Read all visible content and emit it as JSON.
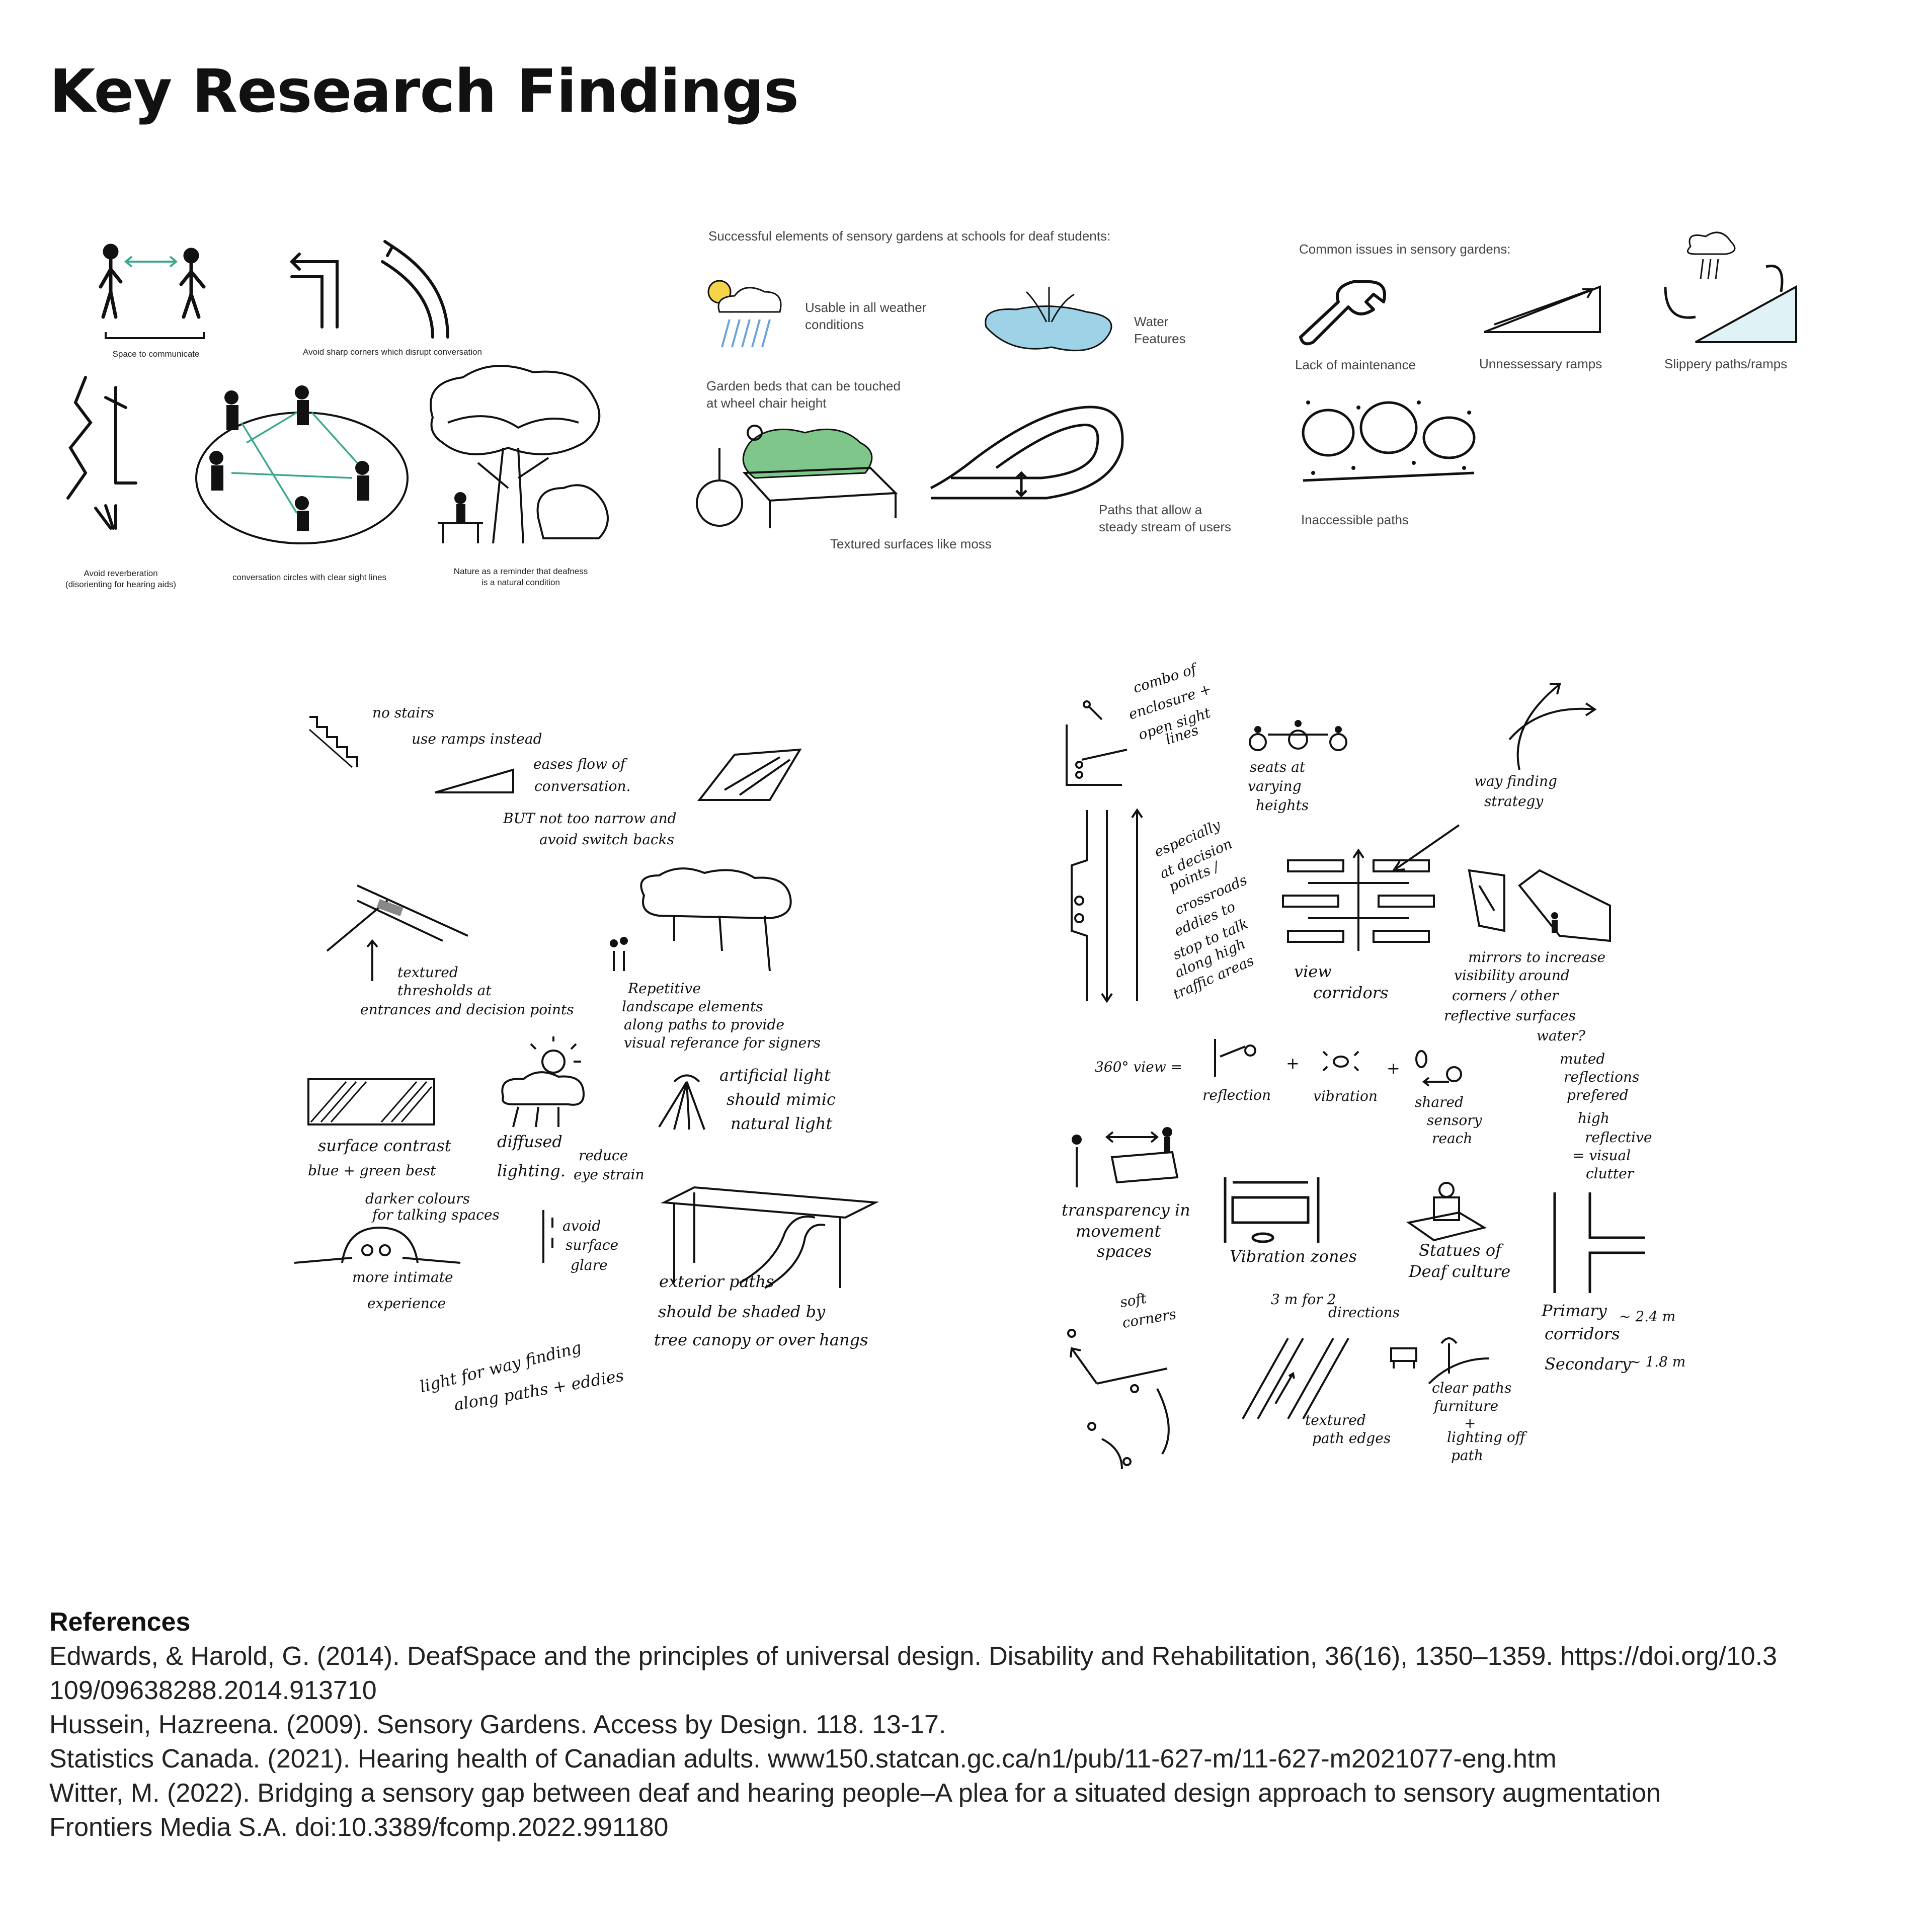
{
  "title": "Key Research Findings",
  "panel_top_left": {
    "space_to_communicate": "Space to communicate",
    "avoid_sharp_corners": "Avoid sharp corners which disrupt conversation",
    "avoid_reverberation_1": "Avoid reverberation",
    "avoid_reverberation_2": "(disorienting for hearing aids)",
    "conversation_circles": "conversation circles with clear sight lines",
    "nature_1": "Nature as a reminder that deafness",
    "nature_2": "is a natural condition"
  },
  "panel_gardens": {
    "heading": "Successful elements of sensory gardens at schools for deaf students:",
    "weather_1": "Usable in all weather",
    "weather_2": "conditions",
    "water_1": "Water",
    "water_2": "Features",
    "beds_1": "Garden beds that can be touched",
    "beds_2": "at wheel chair height",
    "moss": "Textured surfaces like moss",
    "paths_1": "Paths that allow a",
    "paths_2": "steady stream of users"
  },
  "panel_issues": {
    "heading": "Common issues in sensory gardens:",
    "maintenance": "Lack of maintenance",
    "ramps": "Unnessessary ramps",
    "slippery": "Slippery paths/ramps",
    "inaccessible": "Inaccessible paths"
  },
  "sketch_left": {
    "no_stairs": "no stairs",
    "use_ramps": "use ramps instead",
    "eases_1": "eases flow of",
    "eases_2": "conversation.",
    "but_1": "BUT not too narrow and",
    "but_2": "avoid switch backs",
    "textured_1": "textured",
    "textured_2": "thresholds at",
    "textured_3": "entrances and decision points",
    "repetitive_1": "Repetitive",
    "repetitive_2": "landscape elements",
    "repetitive_3": "along paths to provide",
    "repetitive_4": "visual referance for signers",
    "surface_1": "surface contrast",
    "surface_2": "blue + green best",
    "darker_1": "darker colours",
    "darker_2": "for talking spaces",
    "intimate_1": "more intimate",
    "intimate_2": "experience",
    "diffused_1": "diffused",
    "diffused_2": "lighting.",
    "reduce_1": "reduce",
    "reduce_2": "eye strain",
    "artificial_1": "artificial light",
    "artificial_2": "should mimic",
    "artificial_3": "natural light",
    "glare_1": "avoid",
    "glare_2": "surface",
    "glare_3": "glare",
    "exterior_1": "exterior paths",
    "exterior_2": "should be shaded by",
    "exterior_3": "tree canopy or over hangs",
    "light_1": "light for way finding",
    "light_2": "along paths + eddies"
  },
  "sketch_right": {
    "combo_1": "combo of",
    "combo_2": "enclosure +",
    "combo_3": "open sight",
    "combo_4": "lines",
    "seats_1": "seats at",
    "seats_2": "varying",
    "seats_3": "heights",
    "wayfinding_1": "way finding",
    "wayfinding_2": "strategy",
    "especially_1": "especially",
    "especially_2": "at decision",
    "especially_3": "points /",
    "especially_4": "crossroads",
    "eddies_1": "eddies to",
    "eddies_2": "stop to talk",
    "eddies_3": "along high",
    "eddies_4": "traffic areas",
    "view_1": "view",
    "view_2": "corridors",
    "mirrors_1": "mirrors to increase",
    "mirrors_2": "visibility around",
    "mirrors_3": "corners / other",
    "mirrors_4": "reflective surfaces",
    "mirrors_5": "water?",
    "muted_1": "muted",
    "muted_2": "reflections",
    "muted_3": "prefered",
    "high_1": "high",
    "high_2": "reflective",
    "high_3": "= visual",
    "high_4": "clutter",
    "view360": "360° view =",
    "reflection": "reflection",
    "vibration": "vibration",
    "shared_1": "shared",
    "shared_2": "sensory",
    "shared_3": "reach",
    "transparency_1": "transparency in",
    "transparency_2": "movement",
    "transparency_3": "spaces",
    "vibration_zones": "Vibration zones",
    "statues_1": "Statues of",
    "statues_2": "Deaf culture",
    "soft_1": "soft",
    "soft_2": "corners",
    "width_1": "3 m for 2",
    "width_2": "directions",
    "textured_edges_1": "textured",
    "textured_edges_2": "path edges",
    "clear_1": "clear paths",
    "clear_2": "furniture",
    "clear_3": "+",
    "clear_4": "lighting off",
    "clear_5": "path",
    "primary_1": "Primary",
    "primary_2": "corridors",
    "primary_val": "~ 2.4 m",
    "secondary": "Secondary",
    "secondary_val": "~ 1.8 m"
  },
  "references": {
    "heading": "References",
    "items": [
      "Edwards, & Harold, G. (2014). DeafSpace and the principles of universal design. Disability and Rehabilitation, 36(16), 1350–1359. https://doi.org/10.3",
      "109/09638288.2014.913710",
      "Hussein, Hazreena. (2009). Sensory Gardens. Access by Design. 118. 13-17.",
      "Statistics Canada. (2021). Hearing health of Canadian adults. www150.statcan.gc.ca/n1/pub/11-627-m/11-627-m2021077-eng.htm",
      "Witter, M. (2022). Bridging a sensory gap between deaf and hearing people–A plea for a situated design approach to sensory augmentation",
      "Frontiers Media S.A. doi:10.3389/fcomp.2022.991180"
    ]
  }
}
